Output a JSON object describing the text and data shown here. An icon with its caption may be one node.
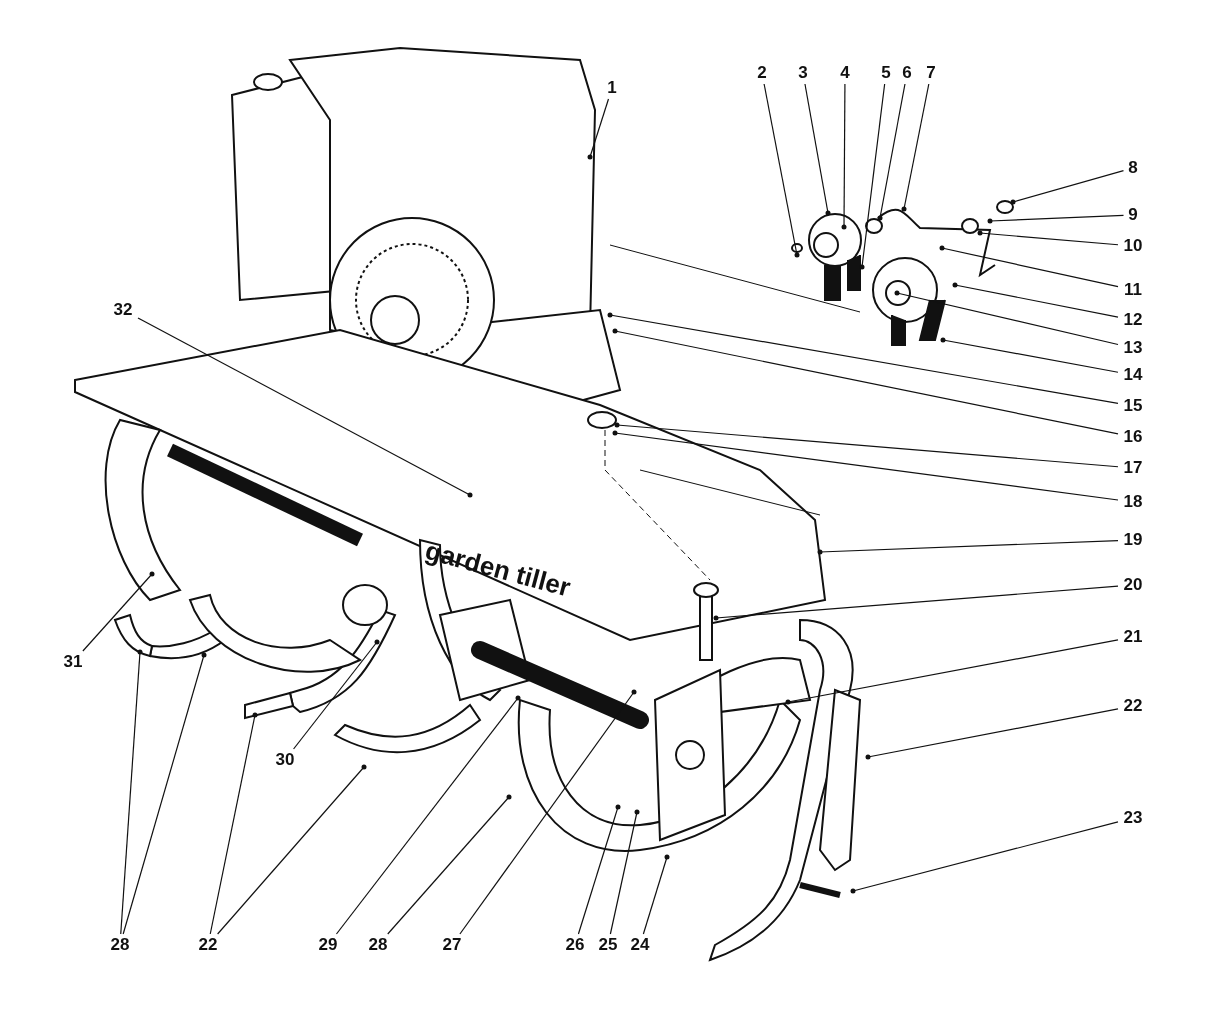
{
  "diagram": {
    "nodes": [
      {
        "text": [
          "1"
        ]
      },
      {
        "text": [
          "2"
        ]
      },
      {
        "text": [
          "3"
        ]
      },
      {
        "text": [
          "4"
        ]
      },
      {
        "text": [
          "5"
        ]
      },
      {
        "text": [
          "6"
        ]
      },
      {
        "text": [
          "7"
        ]
      },
      {
        "text": [
          "8"
        ]
      },
      {
        "text": [
          "9"
        ]
      },
      {
        "text": [
          "10"
        ]
      },
      {
        "text": [
          "11"
        ]
      },
      {
        "text": [
          "12"
        ]
      },
      {
        "text": [
          "13"
        ]
      },
      {
        "text": [
          "14"
        ]
      },
      {
        "text": [
          "32"
        ]
      },
      {
        "text": [
          "15"
        ]
      },
      {
        "text": [
          "16"
        ]
      },
      {
        "text": [
          "17"
        ]
      },
      {
        "text": [
          "18"
        ]
      },
      {
        "text": [
          "19"
        ]
      },
      {
        "text": [
          "20"
        ]
      },
      {
        "text": [
          "21"
        ]
      },
      {
        "text": [
          "31"
        ]
      },
      {
        "text": [
          "22"
        ]
      },
      {
        "text": [
          "30"
        ]
      },
      {
        "text": [
          "23"
        ]
      },
      {
        "text": [
          "28"
        ]
      },
      {
        "text": [
          "22"
        ]
      },
      {
        "text": [
          "29"
        ]
      },
      {
        "text": [
          "28"
        ]
      },
      {
        "text": [
          "27"
        ]
      },
      {
        "text": [
          "26"
        ]
      },
      {
        "text": [
          "25"
        ]
      },
      {
        "text": [
          "24"
        ]
      },
      {
        "text": [],
        "shape": "picture"
      },
      {
        "text": [],
        "shape": "box"
      }
    ],
    "edges": [
      {
        "from": 0,
        "to": null,
        "arrow": "other"
      },
      {
        "from": 1,
        "to": null,
        "arrow": "other"
      },
      {
        "from": 2,
        "to": null,
        "arrow": "other"
      },
      {
        "from": 3,
        "to": null,
        "arrow": "other"
      },
      {
        "from": 4,
        "to": null,
        "arrow": "other"
      },
      {
        "from": 5,
        "to": null,
        "arrow": "other"
      },
      {
        "from": 6,
        "to": null,
        "arrow": "other"
      },
      {
        "from": 7,
        "to": null,
        "arrow": "other"
      },
      {
        "from": 8,
        "to": null,
        "arrow": "other"
      },
      {
        "from": 9,
        "to": null,
        "arrow": "other"
      },
      {
        "from": 10,
        "to": null,
        "arrow": "other"
      },
      {
        "from": 11,
        "to": null,
        "arrow": "other"
      },
      {
        "from": 12,
        "to": null,
        "arrow": "other"
      },
      {
        "from": 13,
        "to": null,
        "arrow": "other"
      },
      {
        "from": 14,
        "to": null,
        "arrow": "other"
      },
      {
        "from": 15,
        "to": null,
        "arrow": "other"
      },
      {
        "from": 16,
        "to": null,
        "arrow": "other"
      },
      {
        "from": 17,
        "to": null,
        "arrow": "other"
      },
      {
        "from": 18,
        "to": null,
        "arrow": "other"
      },
      {
        "from": 19,
        "to": null,
        "arrow": "other"
      },
      {
        "from": 20,
        "to": null,
        "arrow": "other"
      },
      {
        "from": 21,
        "to": null,
        "arrow": "other"
      },
      {
        "from": 22,
        "to": null,
        "arrow": "other"
      },
      {
        "from": 23,
        "to": null,
        "arrow": "other"
      },
      {
        "from": 24,
        "to": null,
        "arrow": "other"
      },
      {
        "from": 25,
        "to": null,
        "arrow": "other"
      },
      {
        "from": 26,
        "to": 34,
        "arrow": "other"
      },
      {
        "from": 26,
        "to": null,
        "arrow": "other"
      },
      {
        "from": 27,
        "to": 35,
        "arrow": "other"
      },
      {
        "from": 27,
        "to": null,
        "arrow": "other"
      },
      {
        "from": 28,
        "to": null,
        "arrow": "other"
      },
      {
        "from": 29,
        "to": null,
        "arrow": "other"
      },
      {
        "from": 30,
        "to": null,
        "arrow": "other"
      },
      {
        "from": 31,
        "to": null,
        "arrow": "other"
      },
      {
        "from": 32,
        "to": null,
        "arrow": "other"
      },
      {
        "from": 33,
        "to": null,
        "arrow": "other"
      }
    ],
    "labels": [
      "garden tiller"
    ]
  }
}
